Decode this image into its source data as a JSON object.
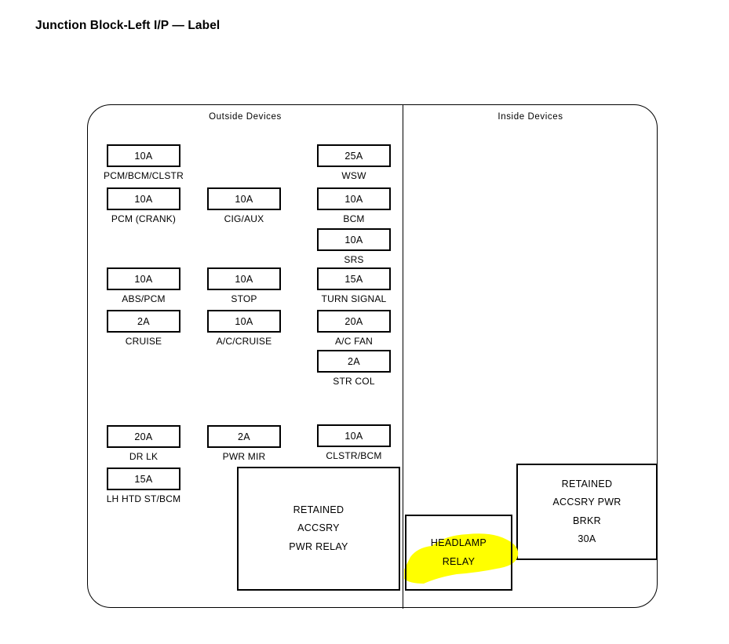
{
  "page": {
    "title": "Junction Block-Left I/P — Label"
  },
  "diagram": {
    "sections": {
      "outside": "Outside  Devices",
      "inside": "Inside  Devices"
    },
    "highlight_color": "#ffff00",
    "fuses": [
      {
        "rating": "10A",
        "label": "PCM/BCM/CLSTR"
      },
      {
        "rating": "10A",
        "label": "PCM (CRANK)"
      },
      {
        "rating": "10A",
        "label": "ABS/PCM"
      },
      {
        "rating": "2A",
        "label": "CRUISE"
      },
      {
        "rating": "20A",
        "label": "DR LK"
      },
      {
        "rating": "15A",
        "label": "LH HTD ST/BCM"
      },
      {
        "rating": "10A",
        "label": "CIG/AUX"
      },
      {
        "rating": "10A",
        "label": "STOP"
      },
      {
        "rating": "10A",
        "label": "A/C/CRUISE"
      },
      {
        "rating": "2A",
        "label": "PWR MIR"
      },
      {
        "rating": "25A",
        "label": "WSW"
      },
      {
        "rating": "10A",
        "label": "BCM"
      },
      {
        "rating": "10A",
        "label": "SRS"
      },
      {
        "rating": "15A",
        "label": "TURN SIGNAL"
      },
      {
        "rating": "20A",
        "label": "A/C FAN"
      },
      {
        "rating": "2A",
        "label": "STR COL"
      },
      {
        "rating": "10A",
        "label": "CLSTR/BCM"
      }
    ],
    "relays": {
      "retained_accsry_pwr_relay": {
        "line1": "RETAINED",
        "line2": "ACCSRY",
        "line3": "PWR RELAY"
      },
      "headlamp_relay": {
        "line1": "HEADLAMP",
        "line2": "RELAY"
      },
      "retained_accsry_pwr_brkr": {
        "line1": "RETAINED",
        "line2": "ACCSRY PWR",
        "line3": "BRKR",
        "line4": "30A"
      }
    }
  }
}
